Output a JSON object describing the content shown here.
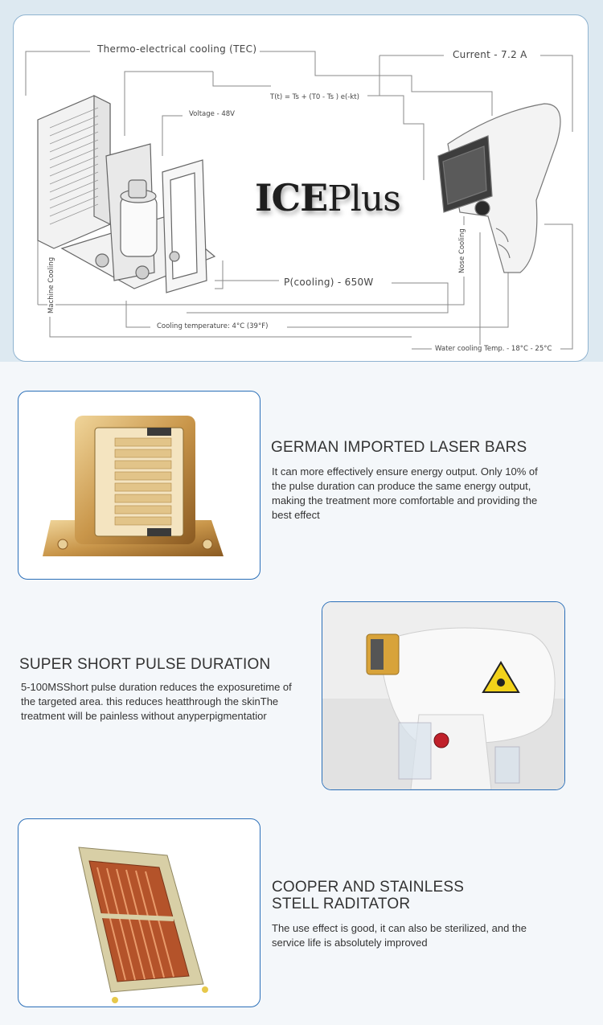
{
  "diagram": {
    "brand_main": "ICE",
    "brand_suffix": "Plus",
    "labels": {
      "tec": "Thermo-electrical cooling (TEC)",
      "current": "Current - 7.2 A",
      "formula": "T(t) = Ts + (T0 - Ts ) e(-kt)",
      "voltage": "Voltage - 48V",
      "nose_cooling": "Nose Cooling",
      "p_cooling": "P(cooling) - 650W",
      "machine_cooling": "Machine Cooling",
      "cooling_temp": "Cooling temperature: 4°C (39°F)",
      "water_temp": "Water cooling Temp. - 18°C - 25°C"
    }
  },
  "features": [
    {
      "title": "GERMAN IMPORTED LASER BARS",
      "description": "It can more effectively ensure energy output. Only 10% of the pulse duration can produce the same energy output, making the treatment more comfortable and providing the best effect"
    },
    {
      "title": "SUPER SHORT PULSE DURATION",
      "description": "5-100MSShort pulse duration reduces the exposuretime of the targeted area. this reduces heatthrough the skinThe treatment will be painless without anyperpigmentatior"
    },
    {
      "title_line1": "COOPER AND STAINLESS",
      "title_line2": "STELL RADITATOR",
      "description": "The use effect is good, it can also be sterilized, and the service life is absolutely improved"
    }
  ],
  "colors": {
    "card_border": "#2b6fb8",
    "diagram_border": "#8fb3d0",
    "gold": "#c9964a",
    "copper": "#b4532a"
  }
}
